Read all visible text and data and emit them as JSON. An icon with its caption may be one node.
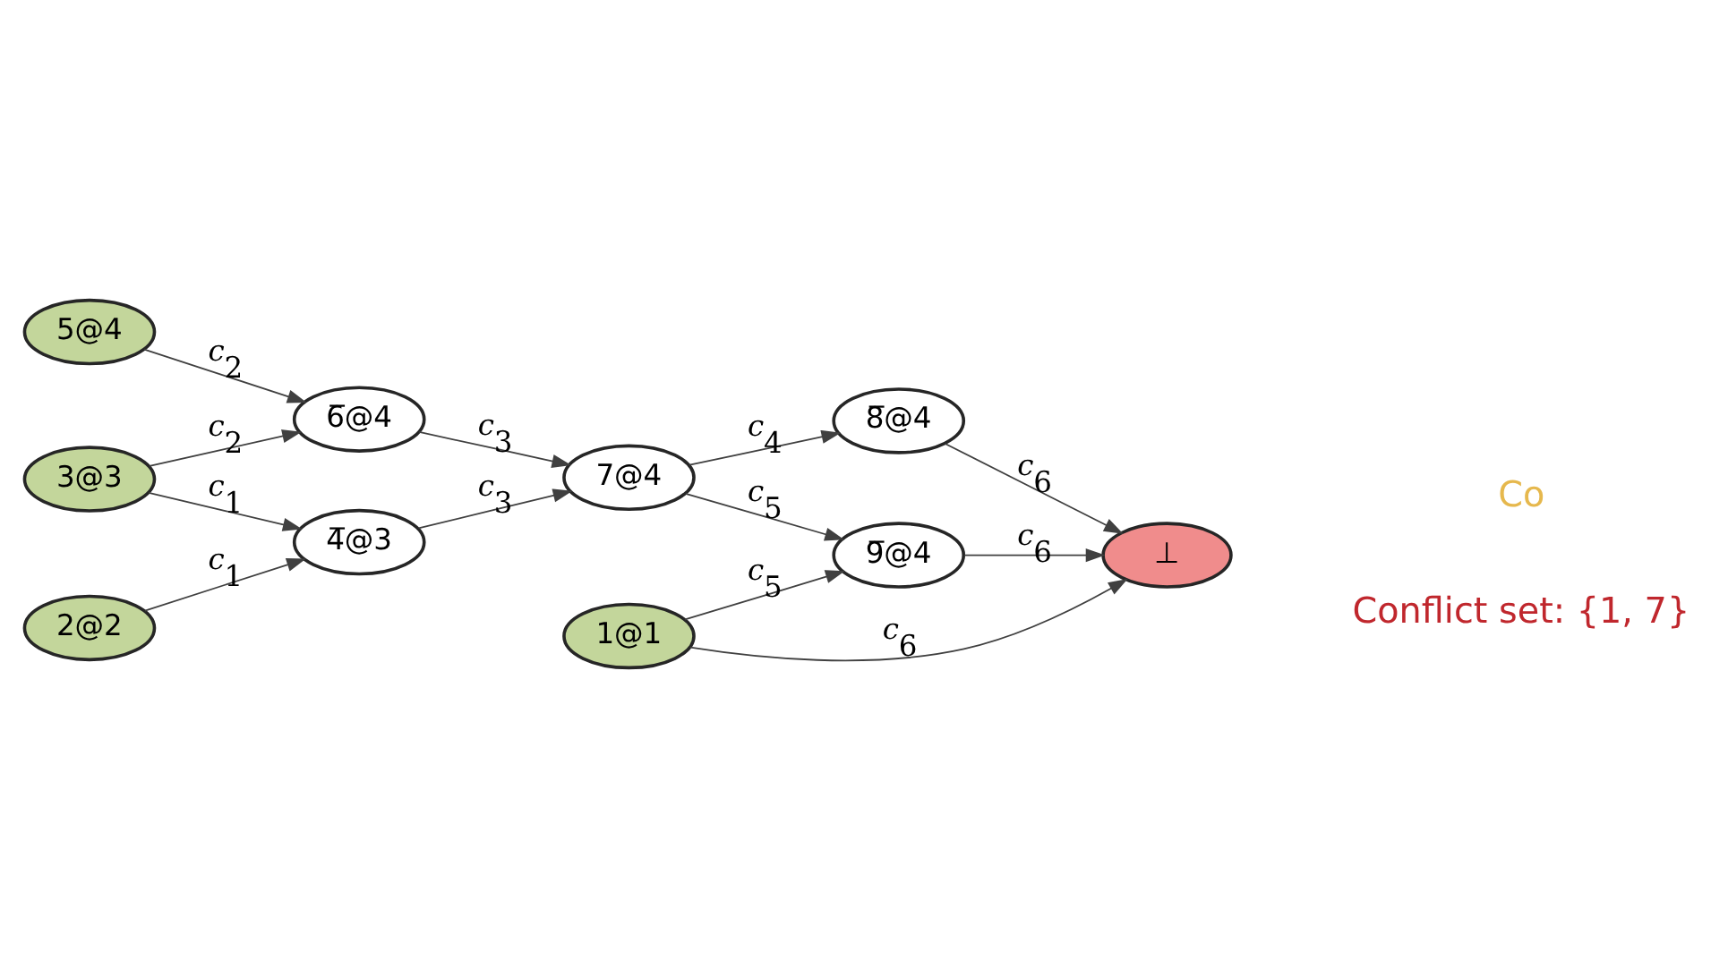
{
  "diagram": {
    "nodes": [
      {
        "text": [
          "5@4"
        ]
      },
      {
        "text": [
          "3@3"
        ]
      },
      {
        "text": [
          "2@2"
        ]
      },
      {
        "text": [
          "1@1"
        ]
      },
      {
        "text": [
          "6̅@4"
        ]
      },
      {
        "text": [
          "4̅@3"
        ]
      },
      {
        "text": [
          "7@4"
        ]
      },
      {
        "text": [
          "9̅@4"
        ]
      },
      {
        "text": [
          "8̅@4"
        ]
      },
      {
        "text": [
          "⊥"
        ]
      }
    ],
    "edges": [
      {
        "from": 0,
        "to": 4,
        "arrow": "to",
        "label": "c$_{2}$"
      },
      {
        "from": 1,
        "to": 4,
        "arrow": "to",
        "label": "c$_{2}$"
      },
      {
        "from": 1,
        "to": 5,
        "arrow": "to",
        "label": "c$_{1}$"
      },
      {
        "from": 2,
        "to": 5,
        "arrow": "to",
        "label": "c$_{1}$"
      },
      {
        "from": 4,
        "to": 6,
        "arrow": "to",
        "label": "c$_{3}$"
      },
      {
        "from": 5,
        "to": 6,
        "arrow": "to",
        "label": "c$_{3}$"
      },
      {
        "from": 3,
        "to": 7,
        "arrow": "to",
        "label": "c$_{5}$"
      },
      {
        "from": 6,
        "to": 7,
        "arrow": "to",
        "label": "c$_{5}$"
      },
      {
        "from": 6,
        "to": 8,
        "arrow": "to",
        "label": "c$_{4}$"
      },
      {
        "from": 3,
        "to": 9,
        "arrow": "to",
        "label": "c$_{6}$"
      },
      {
        "from": 7,
        "to": 9,
        "arrow": "to",
        "label": "c$_{6}$"
      },
      {
        "from": 8,
        "to": 9,
        "arrow": "to",
        "label": "c$_{6}$"
      }
    ],
    "labels": [
      "Co",
      "Conflict set: {1, 7}"
    ]
  }
}
